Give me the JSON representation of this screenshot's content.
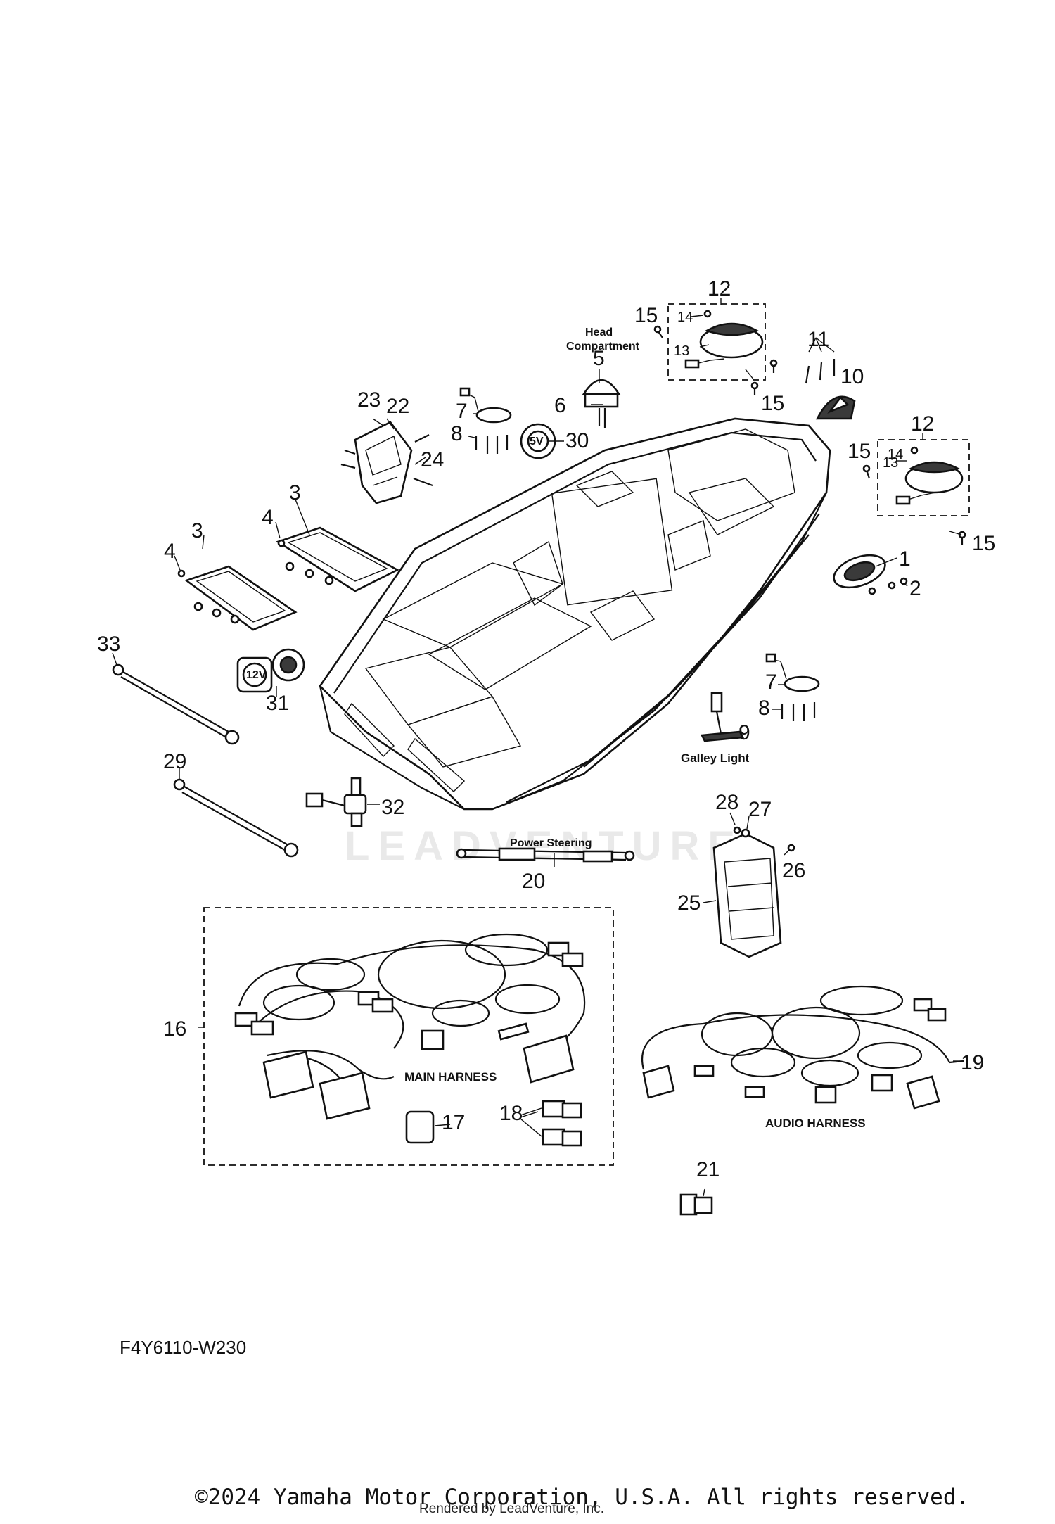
{
  "diagram": {
    "reference_code": "F4Y6110-W230",
    "copyright": "©2024 Yamaha Motor Corporation, U.S.A. All rights reserved.",
    "rendered_by": "Rendered by LeadVenture, Inc.",
    "watermark": "LEADVENTURE",
    "captions": {
      "head_compartment_line1": "Head",
      "head_compartment_line2": "Compartment",
      "galley_light": "Galley Light",
      "power_steering": "Power Steering",
      "main_harness": "MAIN HARNESS",
      "audio_harness": "AUDIO HARNESS",
      "sv_badge": "5V",
      "twelve_v_badge": "12V"
    },
    "callouts": [
      "1",
      "2",
      "3",
      "3",
      "4",
      "4",
      "5",
      "6",
      "7",
      "7",
      "8",
      "8",
      "9",
      "10",
      "11",
      "12",
      "12",
      "13",
      "13",
      "14",
      "14",
      "15",
      "15",
      "15",
      "15",
      "16",
      "17",
      "18",
      "19",
      "20",
      "21",
      "22",
      "23",
      "24",
      "25",
      "26",
      "27",
      "28",
      "29",
      "30",
      "31",
      "32",
      "33"
    ]
  }
}
